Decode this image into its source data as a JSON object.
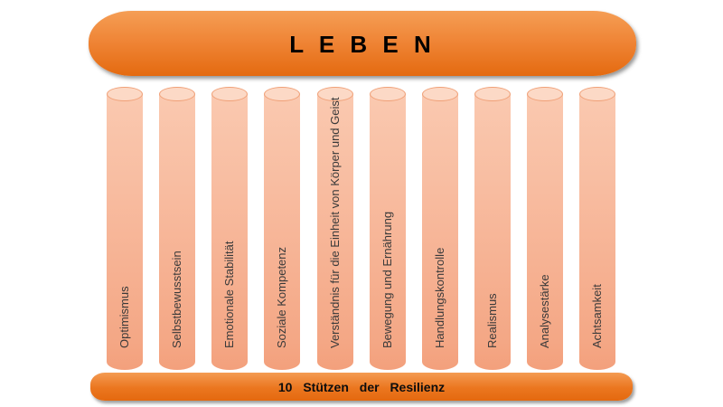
{
  "banner": {
    "label": "L E B E N"
  },
  "pillars": [
    {
      "label": "Optimismus"
    },
    {
      "label": "Selbstbewusstsein"
    },
    {
      "label": "Emotionale Stabilität"
    },
    {
      "label": "Soziale Kompetenz"
    },
    {
      "label": "Verständnis für die Einheit von Körper und Geist"
    },
    {
      "label": "Bewegung und Ernährung"
    },
    {
      "label": "Handlungskontrolle"
    },
    {
      "label": "Realismus"
    },
    {
      "label": "Analysestärke"
    },
    {
      "label": "Achtsamkeit"
    }
  ],
  "footer": {
    "label": "10 Stützen der Resilienz"
  },
  "colors": {
    "banner_orange_light": "#F59E55",
    "banner_orange_dark": "#E46A10",
    "pillar_top_fill": "#FCD9C6",
    "pillar_top_border": "#F0A077",
    "pillar_body_top": "#FAC9B0",
    "pillar_body_bottom": "#F3A07C",
    "label_text": "#3A3A3A",
    "title_text": "#000000"
  }
}
